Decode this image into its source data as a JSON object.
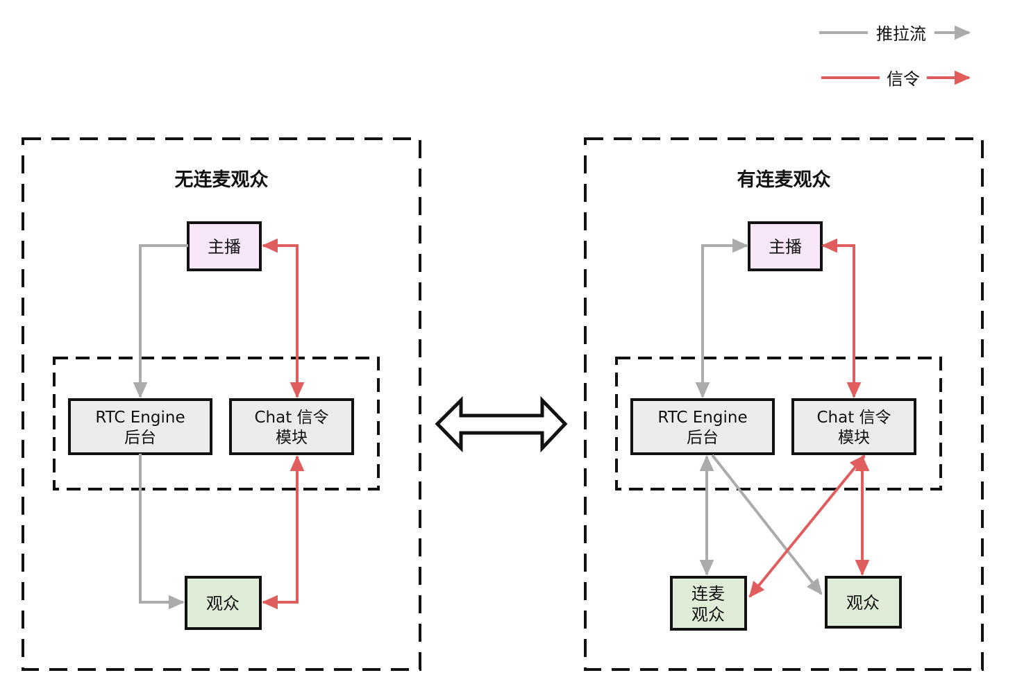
{
  "colors": {
    "stream_gray": "#ABABAB",
    "signal_red": "#DF5D5D",
    "anchor_pink": "#F8E6F9",
    "module_gray": "#ECECEC",
    "audience_green": "#DFEDD8",
    "border_black": "#111111"
  },
  "legend": {
    "stream_label": "推拉流",
    "signal_label": "信令"
  },
  "left_panel": {
    "title": "无连麦观众",
    "anchor": "主播",
    "rtc_line1": "RTC Engine",
    "rtc_line2": "后台",
    "chat_line1": "Chat 信令",
    "chat_line2": "模块",
    "audience": "观众"
  },
  "right_panel": {
    "title": "有连麦观众",
    "anchor": "主播",
    "rtc_line1": "RTC Engine",
    "rtc_line2": "后台",
    "chat_line1": "Chat 信令",
    "chat_line2": "模块",
    "co_audience_line1": "连麦",
    "co_audience_line2": "观众",
    "audience": "观众"
  },
  "edges": {
    "left": [
      {
        "from": "主播",
        "to": "RTC Engine 后台",
        "type": "推拉流",
        "bidirectional": false
      },
      {
        "from": "RTC Engine 后台",
        "to": "观众",
        "type": "推拉流",
        "bidirectional": false
      },
      {
        "from": "主播",
        "to": "Chat 信令 模块",
        "type": "信令",
        "bidirectional": true
      },
      {
        "from": "Chat 信令 模块",
        "to": "观众",
        "type": "信令",
        "bidirectional": true
      }
    ],
    "right": [
      {
        "from": "主播",
        "to": "RTC Engine 后台",
        "type": "推拉流",
        "bidirectional": true
      },
      {
        "from": "RTC Engine 后台",
        "to": "连麦观众",
        "type": "推拉流",
        "bidirectional": true
      },
      {
        "from": "RTC Engine 后台",
        "to": "观众",
        "type": "推拉流",
        "bidirectional": false
      },
      {
        "from": "主播",
        "to": "Chat 信令 模块",
        "type": "信令",
        "bidirectional": true
      },
      {
        "from": "Chat 信令 模块",
        "to": "连麦观众",
        "type": "信令",
        "bidirectional": true
      },
      {
        "from": "Chat 信令 模块",
        "to": "观众",
        "type": "信令",
        "bidirectional": true
      }
    ]
  }
}
